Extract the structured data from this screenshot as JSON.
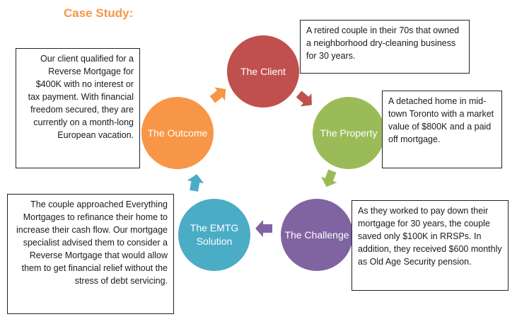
{
  "title": "Case Study:",
  "colors": {
    "title": "#f79646",
    "client": "#c0504d",
    "property": "#9bbb59",
    "challenge": "#8064a2",
    "solution": "#4bacc6",
    "outcome": "#f79646"
  },
  "nodes": {
    "client": {
      "label": "The Client",
      "text": "A retired couple in their 70s that owned a neighborhood dry-cleaning business for 30 years."
    },
    "property": {
      "label": "The Property",
      "text": "A detached home in mid-town Toronto with a market value of $800K and a paid off mortgage."
    },
    "challenge": {
      "label": "The Challenge",
      "text": "As they worked to pay down their mortgage for 30 years, the couple saved only $100K in RRSPs. In addition, they received $600 monthly as Old Age Security pension."
    },
    "solution": {
      "label": "The EMTG Solution",
      "text": "The couple approached Everything Mortgages to refinance their home to increase their cash flow. Our mortgage specialist advised them to consider a Reverse Mortgage that would allow them to get financial relief without the stress of debt servicing."
    },
    "outcome": {
      "label": "The Outcome",
      "text": "Our client qualified for a Reverse Mortgage for $400K with no interest or tax payment. With financial freedom secured, they are currently on a month-long European vacation."
    }
  }
}
